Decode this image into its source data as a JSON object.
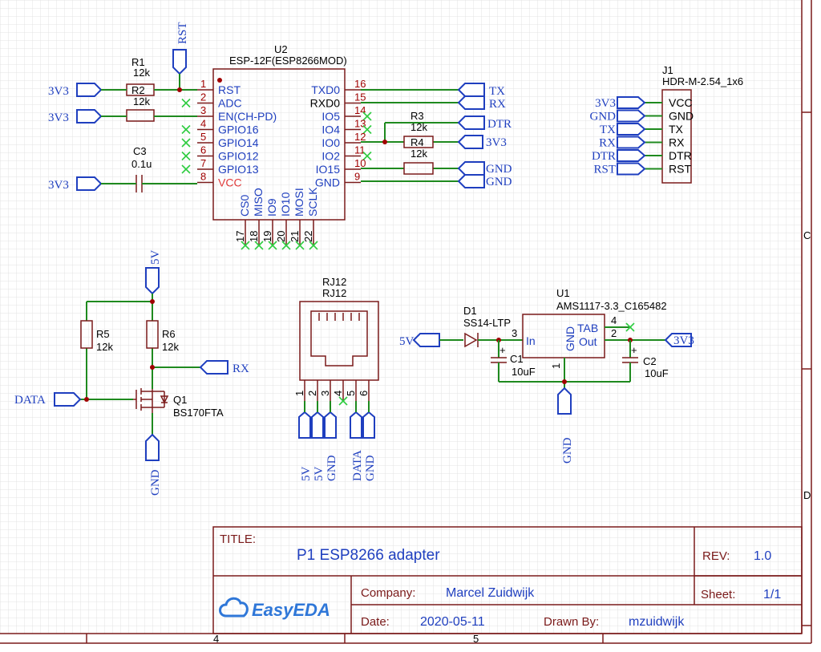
{
  "sheet": {
    "zones": [
      "C",
      "D"
    ],
    "columns": [
      "4",
      "5"
    ]
  },
  "u2": {
    "ref": "U2",
    "value": "ESP-12F(ESP8266MOD)",
    "left_pins": [
      {
        "num": "1",
        "name": "RST"
      },
      {
        "num": "2",
        "name": "ADC"
      },
      {
        "num": "3",
        "name": "EN(CH-PD)"
      },
      {
        "num": "4",
        "name": "GPIO16"
      },
      {
        "num": "5",
        "name": "GPIO14"
      },
      {
        "num": "6",
        "name": "GPIO12"
      },
      {
        "num": "7",
        "name": "GPIO13"
      },
      {
        "num": "8",
        "name": "VCC"
      }
    ],
    "right_pins": [
      {
        "num": "16",
        "name": "TXD0"
      },
      {
        "num": "15",
        "name": "RXD0"
      },
      {
        "num": "14",
        "name": "IO5"
      },
      {
        "num": "13",
        "name": "IO4"
      },
      {
        "num": "12",
        "name": "IO0"
      },
      {
        "num": "11",
        "name": "IO2"
      },
      {
        "num": "10",
        "name": "IO15"
      },
      {
        "num": "9",
        "name": "GND"
      }
    ],
    "bottom_pins": [
      {
        "num": "17",
        "name": "CS0"
      },
      {
        "num": "18",
        "name": "MISO"
      },
      {
        "num": "19",
        "name": "IO9"
      },
      {
        "num": "20",
        "name": "IO10"
      },
      {
        "num": "21",
        "name": "MOSI"
      },
      {
        "num": "22",
        "name": "SCLK"
      }
    ]
  },
  "r1": {
    "ref": "R1",
    "value": "12k"
  },
  "r2": {
    "ref": "R2",
    "value": "12k"
  },
  "r3": {
    "ref": "R3",
    "value": "12k"
  },
  "r4": {
    "ref": "R4",
    "value": "12k"
  },
  "r5": {
    "ref": "R5",
    "value": "12k"
  },
  "r6": {
    "ref": "R6",
    "value": "12k"
  },
  "c3": {
    "ref": "C3",
    "value": "0.1u"
  },
  "c1": {
    "ref": "C1",
    "value": "10uF"
  },
  "c2": {
    "ref": "C2",
    "value": "10uF"
  },
  "q1": {
    "ref": "Q1",
    "value": "BS170FTA"
  },
  "d1": {
    "ref": "D1",
    "value": "SS14-LTP"
  },
  "u1": {
    "ref": "U1",
    "value": "AMS1117-3.3_C165482",
    "pins": {
      "in": "In",
      "gnd": "GND",
      "out": "Out",
      "tab": "TAB"
    },
    "pin_nums": {
      "in": "3",
      "gnd": "1",
      "out": "2",
      "tab": "4"
    }
  },
  "j1": {
    "ref": "J1",
    "value": "HDR-M-2.54_1x6",
    "pins": [
      "VCC",
      "GND",
      "TX",
      "RX",
      "DTR",
      "RST"
    ]
  },
  "rj12": {
    "ref": "RJ12",
    "value": "RJ12",
    "pin_nums": [
      "1",
      "2",
      "3",
      "4",
      "5",
      "6"
    ]
  },
  "nets": {
    "rst": "RST",
    "v3_r1": "3V3",
    "v3_r2": "3V3",
    "v3_c3": "3V3",
    "tx": "TX",
    "rx": "RX",
    "dtr": "DTR",
    "v3_r4": "3V3",
    "gnd_io15": "GND",
    "gnd_9": "GND",
    "j1_labels": [
      "3V3",
      "GND",
      "TX",
      "RX",
      "DTR",
      "RST"
    ],
    "v5_top": "5V",
    "rx_q1": "RX",
    "data_q1": "DATA",
    "gnd_q1": "GND",
    "rj_labels": [
      "5V",
      "5V",
      "GND",
      "DATA",
      "GND"
    ],
    "v5_d1": "5V",
    "v3_u1": "3V3",
    "gnd_u1": "GND"
  },
  "title_block": {
    "title_label": "TITLE:",
    "title": "P1 ESP8266 adapter",
    "rev_label": "REV:",
    "rev": "1.0",
    "company_label": "Company:",
    "company": "Marcel Zuidwijk",
    "sheet_label": "Sheet:",
    "sheet": "1/1",
    "date_label": "Date:",
    "date": "2020-05-11",
    "drawn_label": "Drawn By:",
    "drawn": "mzuidwijk",
    "logo": "EasyEDA"
  },
  "colors": {
    "wire": "#1f8a1f",
    "net_label": "#1f3fbf",
    "component": "#7a1a1a",
    "junction": "#a00000",
    "no_connect": "#2ecc40"
  }
}
